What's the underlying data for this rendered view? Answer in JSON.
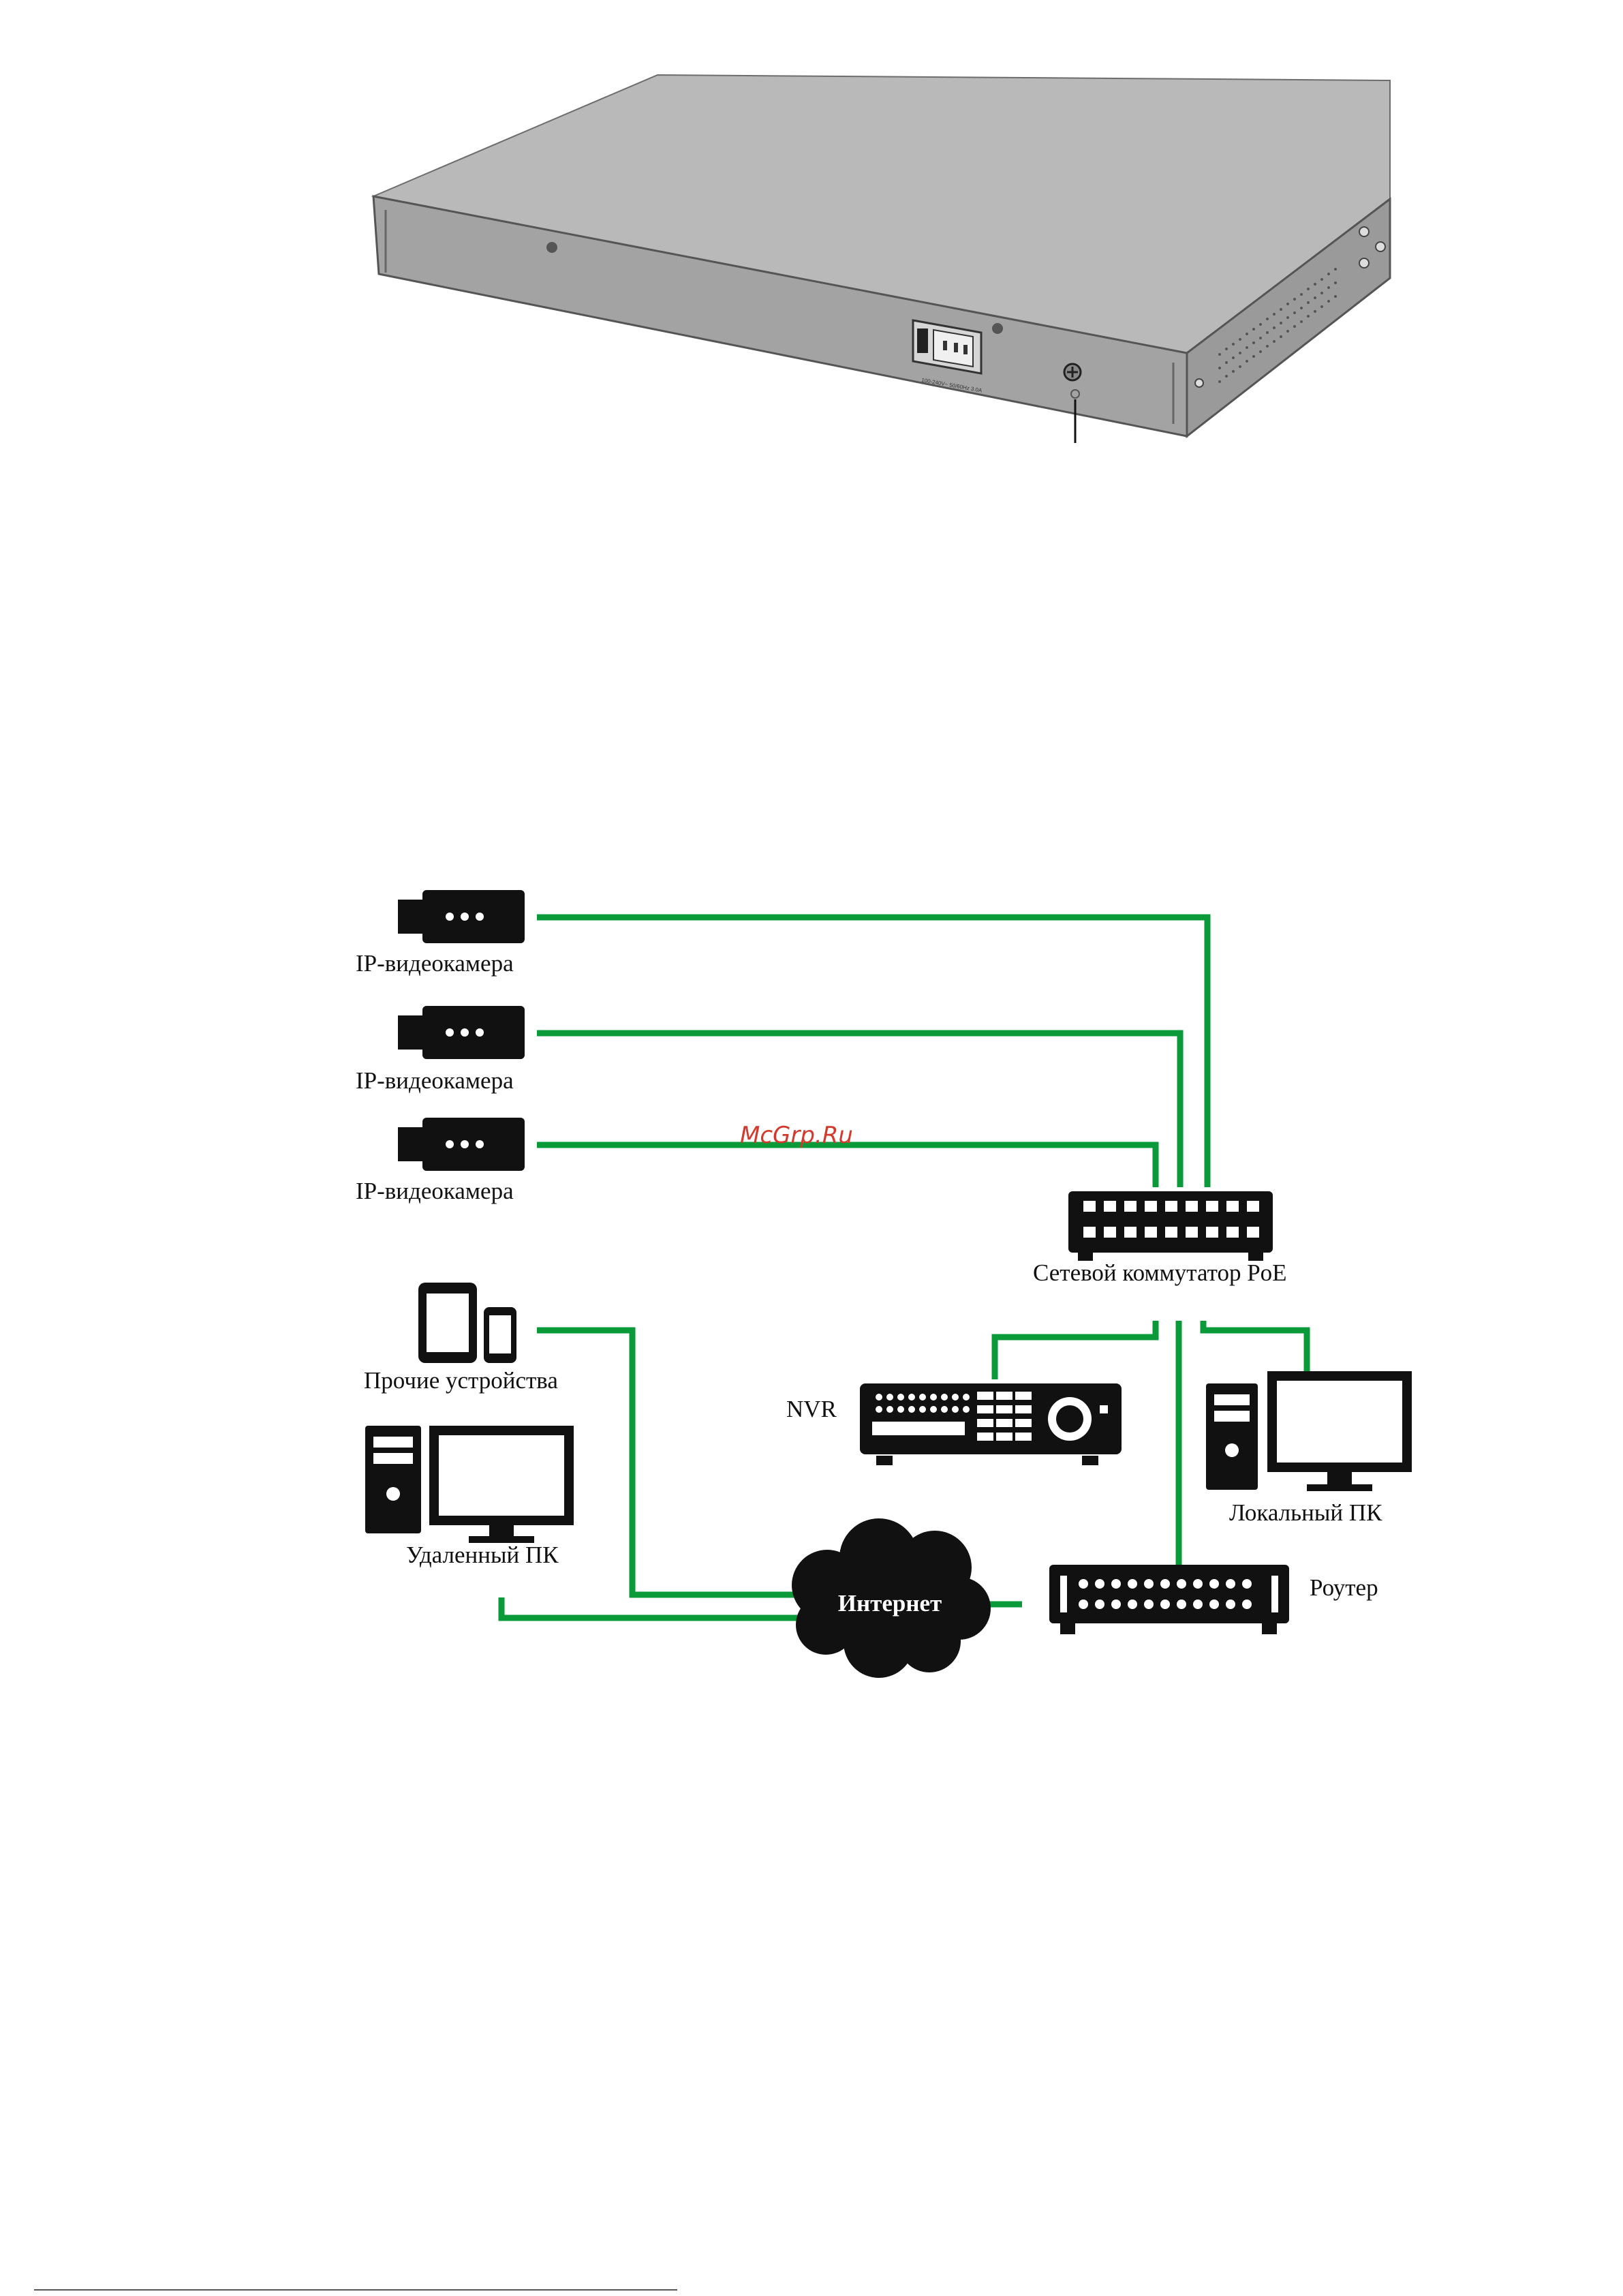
{
  "switch_rear": {
    "power_rating_label": "100-240V~ 50/60Hz 3.0A"
  },
  "diagram": {
    "cameras": [
      {
        "label": "IP-видеокамера"
      },
      {
        "label": "IP-видеокамера"
      },
      {
        "label": "IP-видеокамера"
      }
    ],
    "poe_switch": {
      "label": "Сетевой коммутатор PoE"
    },
    "nvr": {
      "label": "NVR"
    },
    "local_pc": {
      "label": "Локальный ПК"
    },
    "other_devices": {
      "label": "Прочие устройства"
    },
    "remote_pc": {
      "label": "Удаленный ПК"
    },
    "internet": {
      "label": "Интернет"
    },
    "router": {
      "label": "Роутер"
    },
    "watermark": "McGrp.Ru",
    "link_color": "#0a9a3a"
  }
}
